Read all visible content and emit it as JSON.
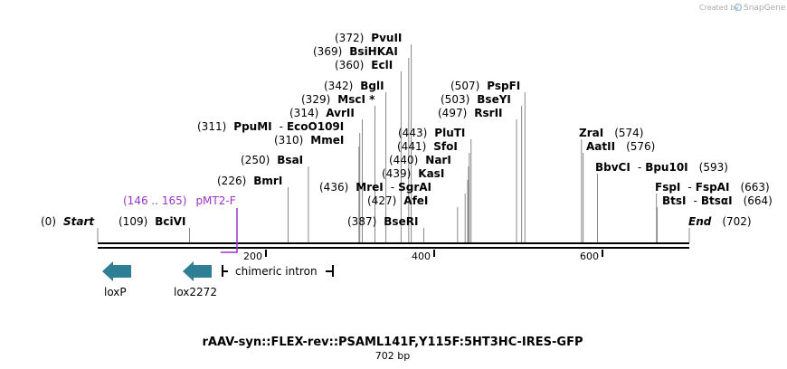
{
  "credit": {
    "text": "Created by",
    "brand": "SnapGene"
  },
  "title": "rAAV-syn::FLEX-rev::PSAML141F,Y115F:5HT3HC-IRES-GFP",
  "length_label": "702 bp",
  "length_bp": 702,
  "axis_ticks": [
    {
      "pos": 200,
      "label": "200"
    },
    {
      "pos": 400,
      "label": "400"
    },
    {
      "pos": 600,
      "label": "600"
    }
  ],
  "sites": [
    {
      "pos": "(0)",
      "name": "Start",
      "bp": 0,
      "style": "italic"
    },
    {
      "pos": "(109)",
      "name": "BciVI",
      "bp": 109
    },
    {
      "pos": "(226)",
      "name": "BmrI",
      "bp": 226
    },
    {
      "pos": "(250)",
      "name": "BsaI",
      "bp": 250
    },
    {
      "pos": "(310)",
      "name": "MmeI",
      "bp": 310
    },
    {
      "pos": "(311)",
      "name": "PpuMI",
      "name2": "EcoO109I",
      "bp": 311
    },
    {
      "pos": "(314)",
      "name": "AvrII",
      "bp": 314
    },
    {
      "pos": "(329)",
      "name": "MscI *",
      "bp": 329
    },
    {
      "pos": "(342)",
      "name": "BglI",
      "bp": 342
    },
    {
      "pos": "(360)",
      "name": "EclI",
      "bp": 360
    },
    {
      "pos": "(369)",
      "name": "BsiHKAI",
      "bp": 369
    },
    {
      "pos": "(372)",
      "name": "PvuII",
      "bp": 372
    },
    {
      "pos": "(387)",
      "name": "BseRI",
      "bp": 387
    },
    {
      "pos": "(427)",
      "name": "AfeI",
      "bp": 427
    },
    {
      "pos": "(436)",
      "name": "MreI",
      "name2": "SgrAI",
      "bp": 436
    },
    {
      "pos": "(439)",
      "name": "KasI",
      "bp": 439
    },
    {
      "pos": "(440)",
      "name": "NarI",
      "bp": 440
    },
    {
      "pos": "(441)",
      "name": "SfoI",
      "bp": 441
    },
    {
      "pos": "(443)",
      "name": "PluTI",
      "bp": 443
    },
    {
      "pos": "(497)",
      "name": "RsrII",
      "bp": 497
    },
    {
      "pos": "(503)",
      "name": "BseYI",
      "bp": 503
    },
    {
      "pos": "(507)",
      "name": "PspFI",
      "bp": 507
    },
    {
      "pos": "(574)",
      "name": "ZraI",
      "bp": 574
    },
    {
      "pos": "(576)",
      "name": "AatII",
      "bp": 576
    },
    {
      "pos": "(593)",
      "name": "BbvCI",
      "name2": "Bpu10I",
      "bp": 593
    },
    {
      "pos": "(663)",
      "name": "FspI",
      "name2": "FspAI",
      "bp": 663
    },
    {
      "pos": "(664)",
      "name": "BtsI",
      "name2": "BtsαI",
      "bp": 664
    },
    {
      "pos": "(702)",
      "name": "End",
      "bp": 702,
      "style": "italic"
    }
  ],
  "primer": {
    "range": "(146 .. 165)",
    "name": "pMT2-F",
    "start": 146,
    "end": 165,
    "color": "#9933cc"
  },
  "features": [
    {
      "name": "loxP",
      "type": "arrow-left",
      "color": "#2e7f96"
    },
    {
      "name": "lox2272",
      "type": "arrow-left",
      "color": "#2e7f96"
    },
    {
      "name": "chimeric intron",
      "type": "intron"
    }
  ]
}
